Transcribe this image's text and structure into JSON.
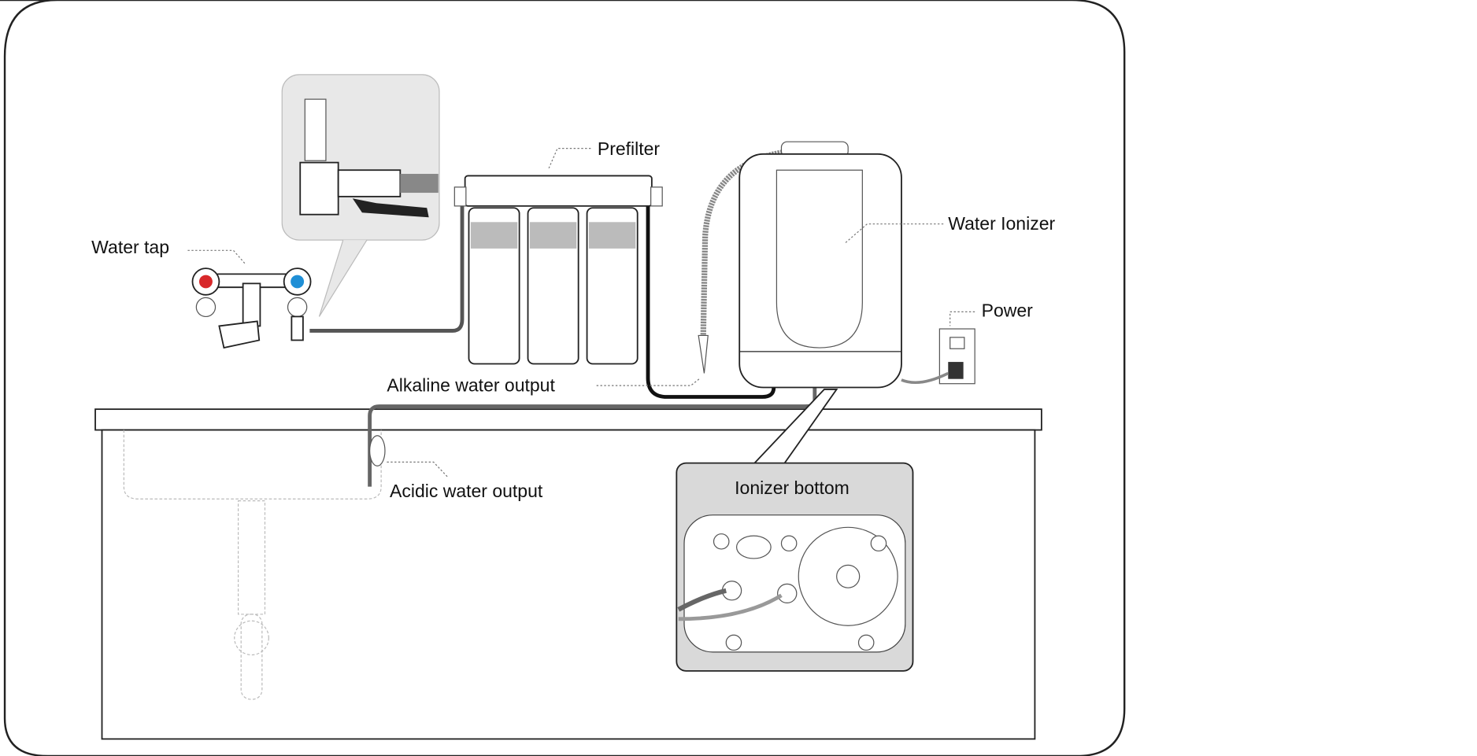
{
  "diagram": {
    "labels": {
      "water_tap": "Water tap",
      "prefilter": "Prefilter",
      "water_ionizer": "Water Ionizer",
      "power": "Power",
      "alkaline_output": "Alkaline water output",
      "acidic_output": "Acidic  water output",
      "ionizer_bottom": "Ionizer bottom"
    },
    "colors": {
      "hot_knob": "#d8282a",
      "cold_knob": "#1f8fd6",
      "callout_fill": "#d9d9d9",
      "tube": "#555555",
      "frame": "#222222"
    }
  }
}
